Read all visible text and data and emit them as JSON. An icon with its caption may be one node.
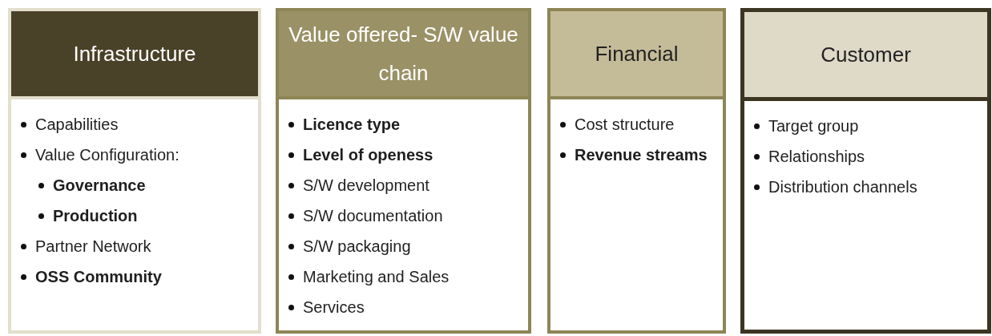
{
  "diagram": {
    "nodes": [
      {
        "text": [
          "Infrastructure"
        ]
      },
      {
        "text": [
          "Capabilities",
          "Value Configuration:",
          "**Governance**",
          "**Production**",
          "Partner Network",
          "**OSS Community**"
        ]
      },
      {
        "text": [
          "Value offered- S/W value chain"
        ]
      },
      {
        "text": [
          "**Licence type**",
          "**Level of  openess**",
          "S/W development",
          "S/W  documentation",
          "S/W  packaging",
          "Marketing and Sales",
          "Services"
        ]
      },
      {
        "text": [
          "Financial"
        ]
      },
      {
        "text": [
          "Cost structure",
          "**Revenue streams**"
        ]
      },
      {
        "text": [
          "Customer"
        ]
      },
      {
        "text": [
          "Target group",
          "Relationships",
          "Distribution channels"
        ]
      }
    ]
  }
}
